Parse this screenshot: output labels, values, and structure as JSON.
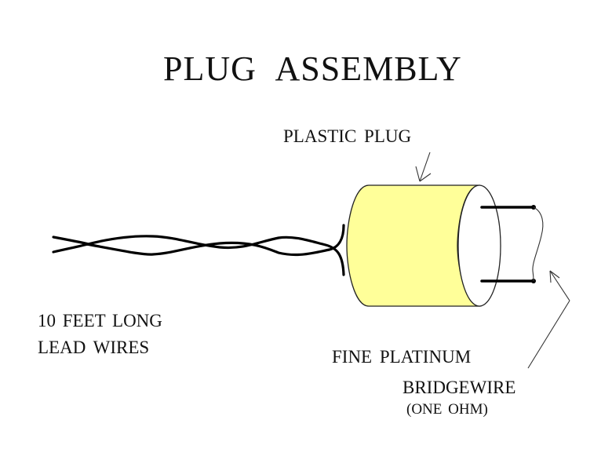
{
  "title": "PLUG ASSEMBLY",
  "labels": {
    "plastic_plug": "PLASTIC PLUG",
    "lead_wires_line1": "10 FEET LONG",
    "lead_wires_line2": "LEAD WIRES",
    "bridgewire_line1": "FINE PLATINUM",
    "bridgewire_line2": "BRIDGEWIRE",
    "bridgewire_line3": "(ONE OHM)"
  },
  "colors": {
    "plug_fill": "#FFFF99",
    "line": "#000000",
    "background": "#FFFFFF"
  },
  "components": [
    {
      "name": "twisted-lead-wires",
      "description": "twisted pair lead wires"
    },
    {
      "name": "plastic-plug",
      "description": "yellow cylindrical plug"
    },
    {
      "name": "bridgewire",
      "description": "fine platinum wire connecting two pins"
    }
  ]
}
